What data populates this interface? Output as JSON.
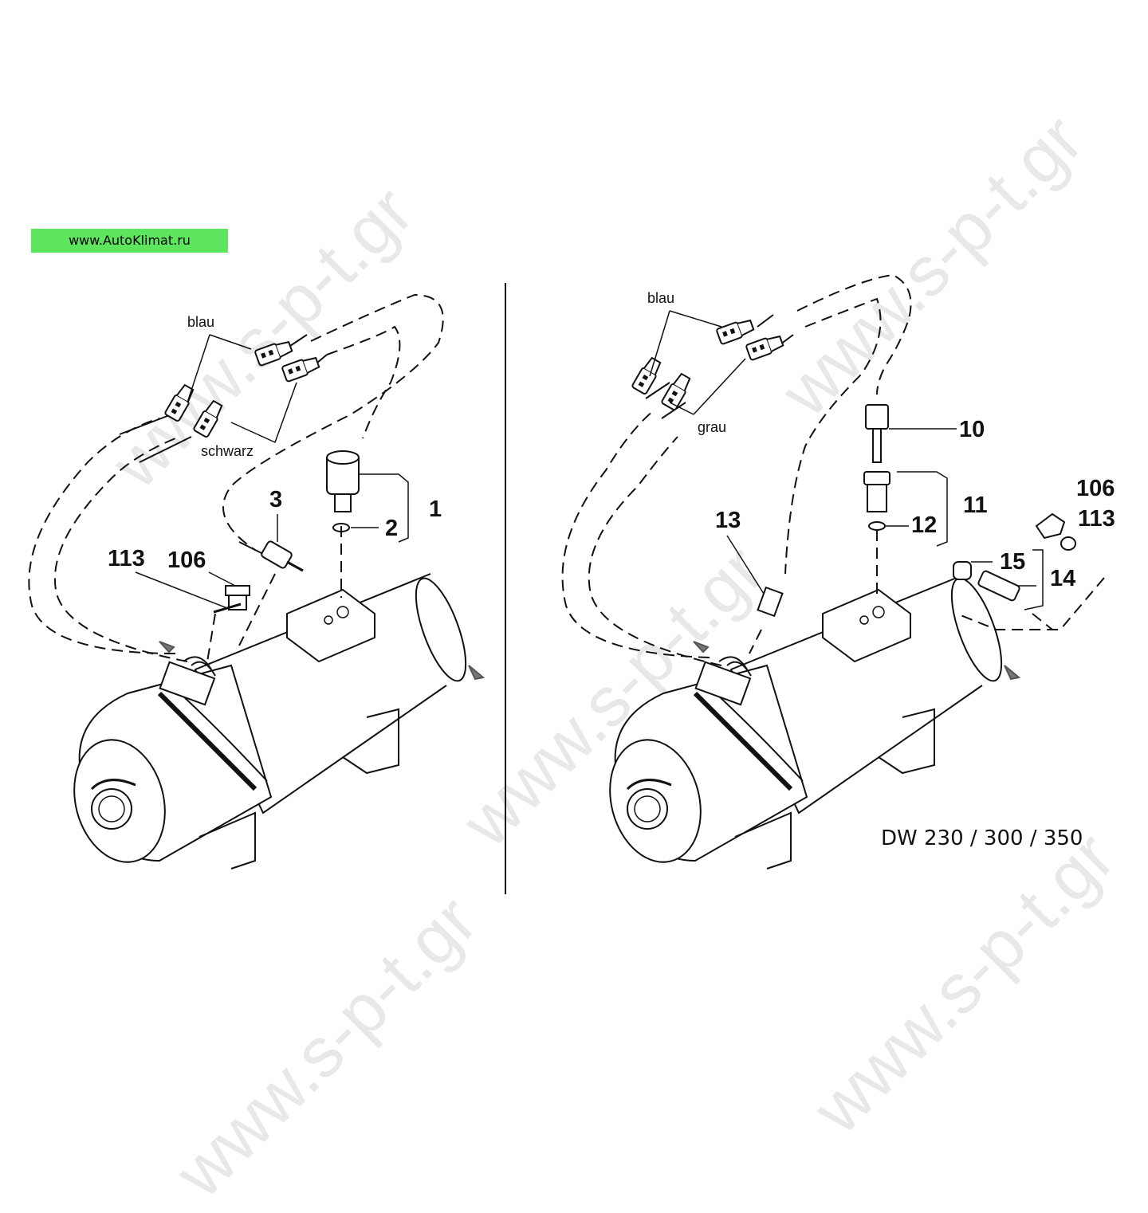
{
  "watermark_text": "www.s-p-t.gr",
  "badge": "www.AutoKlimat.ru",
  "model": "DW 230 / 300 / 350",
  "left_panel": {
    "wire_labels": {
      "blue": "blau",
      "black": "schwarz"
    },
    "part_numbers": {
      "p1": "1",
      "p2": "2",
      "p3": "3",
      "p113": "113",
      "p106": "106"
    }
  },
  "right_panel": {
    "wire_labels": {
      "blue": "blau",
      "grey": "grau"
    },
    "part_numbers": {
      "p10": "10",
      "p11": "11",
      "p12": "12",
      "p13": "13",
      "p14": "14",
      "p15": "15",
      "p106": "106",
      "p113": "113"
    }
  }
}
